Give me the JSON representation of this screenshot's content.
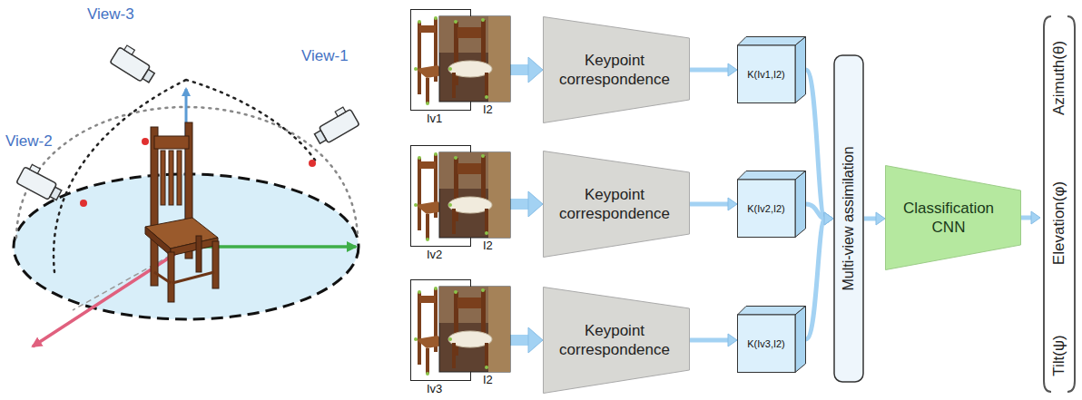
{
  "diagram": {
    "nodes": [
      {
        "text": [
          "Iv1",
          "I2"
        ]
      },
      {
        "text": [
          "Keypoint correspondence"
        ]
      },
      {
        "text": [
          "K(Iv1,I2)"
        ]
      },
      {
        "text": [
          "Iv2",
          "I2"
        ]
      },
      {
        "text": [
          "Keypoint correspondence"
        ]
      },
      {
        "text": [
          "K(Iv2,I2)"
        ]
      },
      {
        "text": [
          "Iv3",
          "I2"
        ]
      },
      {
        "text": [
          "Keypoint correspondence"
        ]
      },
      {
        "text": [
          "K(Iv3,I2)"
        ]
      },
      {
        "text": [
          "Multi-view assimilation"
        ]
      },
      {
        "text": [
          "Classification CNN"
        ]
      },
      {
        "text": [
          "Azimuth(θ)",
          "Elevation(φ)",
          "Tilt(ψ)"
        ]
      }
    ],
    "edges": [
      {
        "from": 0,
        "to": 1,
        "arrow": "to"
      },
      {
        "from": 1,
        "to": 2,
        "arrow": "to"
      },
      {
        "from": 3,
        "to": 4,
        "arrow": "to"
      },
      {
        "from": 4,
        "to": 5,
        "arrow": "to"
      },
      {
        "from": 6,
        "to": 7,
        "arrow": "to"
      },
      {
        "from": 7,
        "to": 8,
        "arrow": "to"
      },
      {
        "from": 2,
        "to": 9,
        "arrow": "to"
      },
      {
        "from": 5,
        "to": 9,
        "arrow": "to"
      },
      {
        "from": 8,
        "to": 9,
        "arrow": "to"
      },
      {
        "from": 9,
        "to": 10,
        "arrow": "to"
      },
      {
        "from": 10,
        "to": 11,
        "arrow": "to"
      }
    ],
    "labels": [
      "View-1",
      "View-2",
      "View-3"
    ]
  }
}
